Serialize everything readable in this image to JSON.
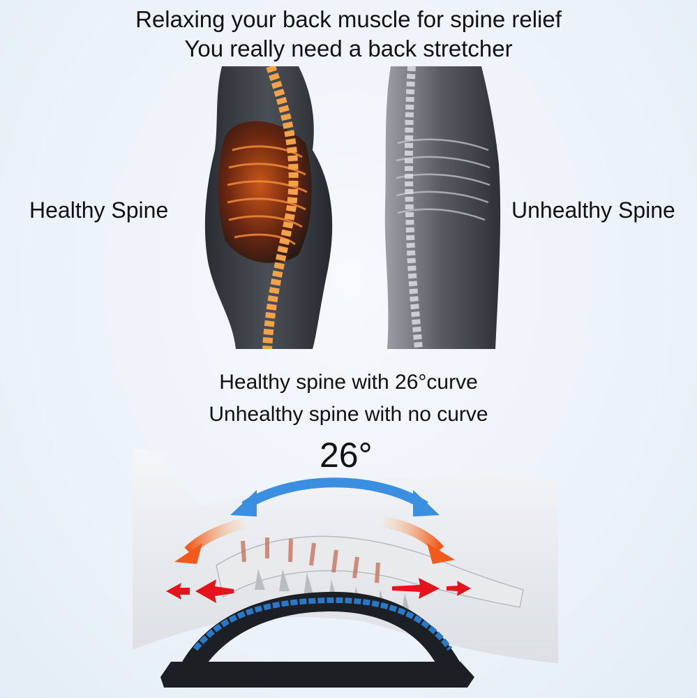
{
  "header": {
    "line1": "Relaxing your back muscle for spine relief",
    "line2": "You really need a back stretcher"
  },
  "comparison": {
    "left_label": "Healthy Spine",
    "right_label": "Unhealthy Spine"
  },
  "caption": {
    "line1": "Healthy spine with 26°curve",
    "line2": "Unhealthy spine with no curve"
  },
  "angle_label": "26°",
  "colors": {
    "background": "#edf3fa",
    "healthy_spine_glow": "#e0661c",
    "curve_arrow_blue": "#3a8fe0",
    "stretch_arrow_orange": "#f06a1e",
    "pull_arrow_red": "#e5141c",
    "stretcher_blue": "#2a78c8",
    "stretcher_black": "#1c1f24"
  }
}
